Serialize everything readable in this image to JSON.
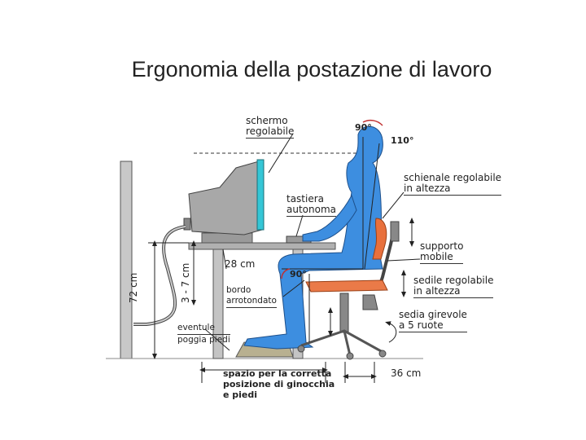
{
  "title": "Ergonomia della postazione di lavoro",
  "labels": {
    "screen": [
      "schermo",
      "regolabile"
    ],
    "angle_head": "90°",
    "angle_back": "110°",
    "keyboard": [
      "tastiera",
      "autonoma"
    ],
    "backrest": [
      "schienale regolabile",
      "in altezza"
    ],
    "lumbar": [
      "supporto",
      "mobile"
    ],
    "seat": [
      "sedile regolabile",
      "in altezza"
    ],
    "chair": [
      "sedia girevole",
      "a 5 ruote"
    ],
    "knee_space": "28 cm",
    "angle_knee": "90°",
    "edge": [
      "bordo",
      "arrotondato"
    ],
    "footrest": [
      "eventule",
      "poggia piedi"
    ],
    "legroom": [
      "spazio per la corretta",
      "posizione di ginocchia",
      "e piedi"
    ],
    "chair_distance": "36 cm",
    "desk_height": "72 cm",
    "keyboard_gap": "3 - 7 cm"
  },
  "colors": {
    "person": "#3d8ee0",
    "monitor": "#a8a8a8",
    "screen_edge": "#35c6d6",
    "lumbar": "#e8703c",
    "seat": "#ea7a48",
    "desk": "#b0b0b0",
    "angle": "#c03030"
  }
}
